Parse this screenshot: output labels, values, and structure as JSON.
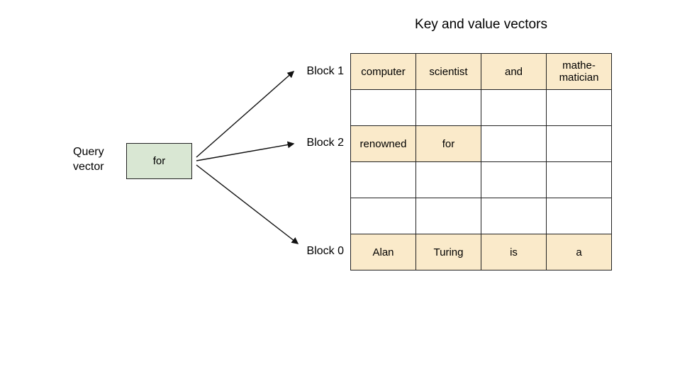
{
  "title": "Key and value vectors",
  "query_vector": {
    "label": "Query\nvector",
    "token": "for"
  },
  "block_labels": [
    {
      "label": "Block 1"
    },
    {
      "label": "Block 2"
    },
    {
      "label": "Block 0"
    }
  ],
  "kv_table": {
    "rows": [
      {
        "cells": [
          "computer",
          "scientist",
          "and",
          "mathe-\nmatician"
        ]
      },
      {
        "cells": [
          "",
          "",
          "",
          ""
        ]
      },
      {
        "cells": [
          "renowned",
          "for",
          "",
          ""
        ]
      },
      {
        "cells": [
          "",
          "",
          "",
          ""
        ]
      },
      {
        "cells": [
          "",
          "",
          "",
          ""
        ]
      },
      {
        "cells": [
          "Alan",
          "Turing",
          "is",
          "a"
        ]
      }
    ]
  },
  "colors": {
    "highlight": "#FAEACA",
    "query_box": "#D9E7D3",
    "border": "#222222"
  }
}
